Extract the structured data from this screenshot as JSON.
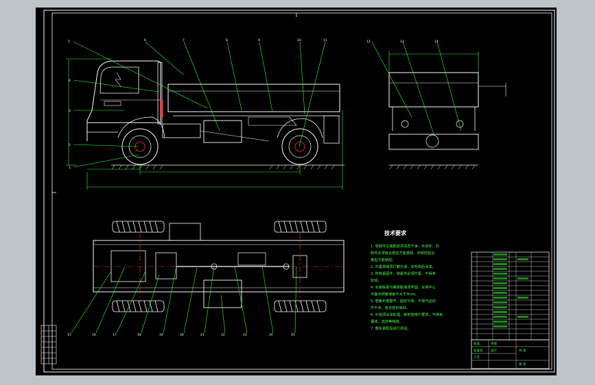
{
  "sheet": {
    "background": "#000000",
    "outer_background": "#bfc4c9",
    "colors": {
      "frame": "#ffffff",
      "line_green": "#33ff33",
      "line_white": "#ffffff",
      "line_red": "#ff3333",
      "notes": "#4cff4c"
    }
  },
  "callouts": {
    "side": [
      "5",
      "6",
      "7",
      "8",
      "9",
      "10",
      "11",
      "4",
      "3",
      "2",
      "1"
    ],
    "rear": [
      "12",
      "13",
      "14"
    ],
    "plan": [
      "15",
      "16",
      "17",
      "18",
      "19",
      "20",
      "21",
      "22",
      "23",
      "24",
      "25"
    ]
  },
  "tech_notes": {
    "title": "技术要求",
    "items": [
      "1. 零部件在装配前须清洗干净，外协件、外",
      "购件必须有合格证方能装配，并经检验合",
      "格后方能装配。",
      "2. 外露焊缝须打磨光滑，去毛刺后涂漆。",
      "3. 所有紧固件、锁紧件必须拧紧，不得有",
      "松动。",
      "4. 车架纵梁与横梁联接须牢固，车架中心",
      "平面对称度误差不大于3mm。",
      "5. 管路布置整齐，固定可靠，不得与运动",
      "件干涉，各处密封良好。",
      "6. 外观须涂漆处理，颜色按用户要求，不得有",
      "漏漆、流挂等缺陷。",
      "7. 整车装配后进行调试。"
    ]
  },
  "title_block": {
    "texts": [
      "批准",
      "标准化",
      "工艺",
      "审核",
      "设计",
      "共 张",
      "第 张"
    ]
  }
}
